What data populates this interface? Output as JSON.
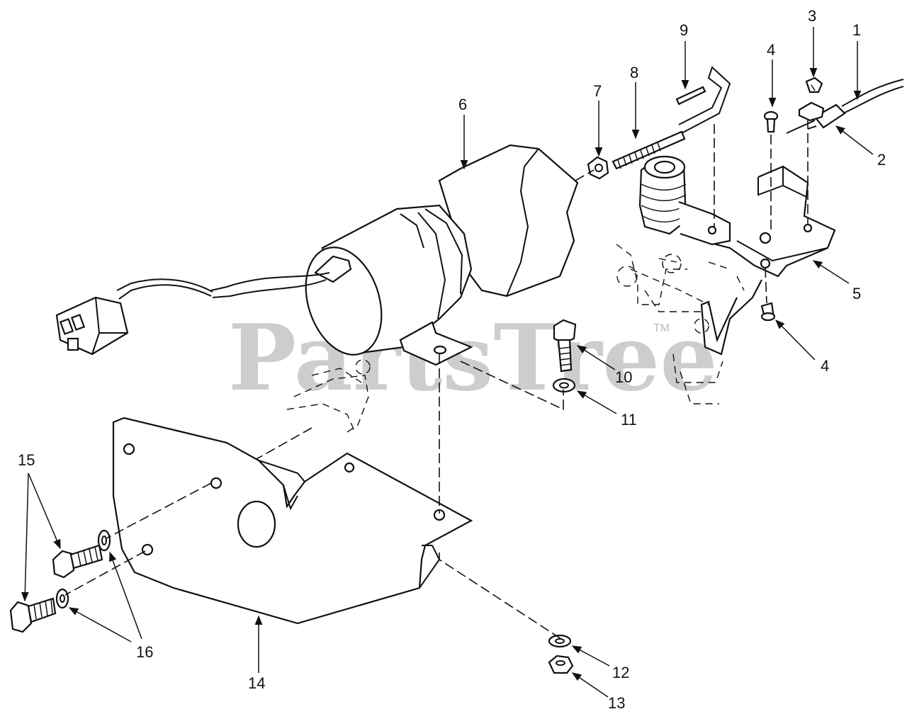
{
  "watermark": {
    "text": "PartsTree",
    "mark": "TM"
  },
  "callouts": {
    "c1": "1",
    "c2": "2",
    "c3": "3",
    "c4a": "4",
    "c4b": "4",
    "c5": "5",
    "c6": "6",
    "c7": "7",
    "c8": "8",
    "c9": "9",
    "c10": "10",
    "c11": "11",
    "c12": "12",
    "c13": "13",
    "c14": "14",
    "c15": "15",
    "c16": "16"
  }
}
